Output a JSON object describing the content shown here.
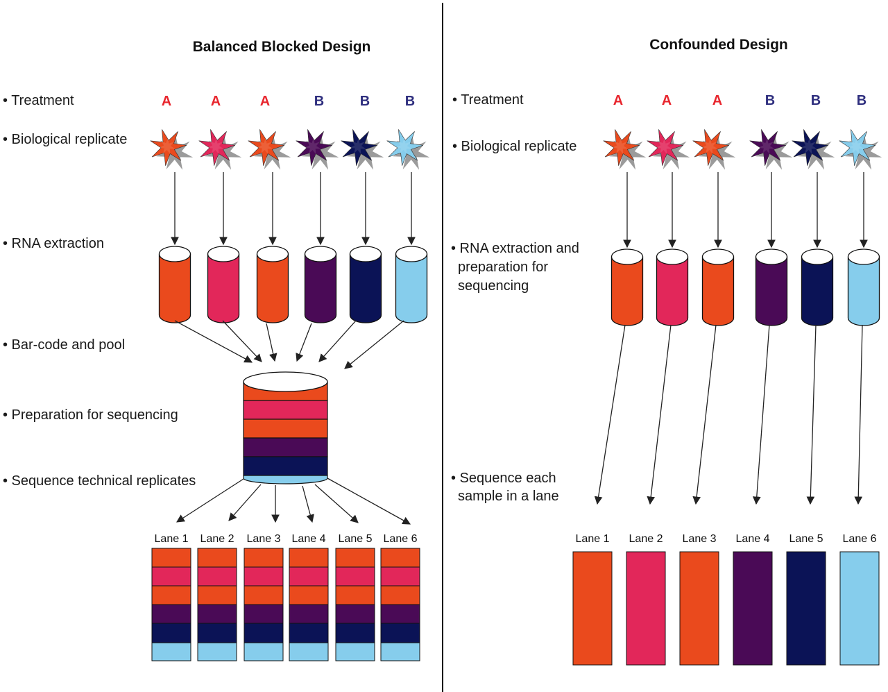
{
  "colors": {
    "orange": "#ea4a1d",
    "pink": "#e2275a",
    "purple": "#4a0a56",
    "navy": "#0b1356",
    "lightblue": "#86cdec",
    "treatment_a": "#e8262e",
    "treatment_b": "#2e2e7e",
    "divider": "#000000",
    "shadow": "#8a8a8a"
  },
  "left": {
    "title": "Balanced Blocked Design",
    "steps": {
      "treatment": "• Treatment",
      "biological_replicate": "• Biological replicate",
      "rna_extraction": "• RNA extraction",
      "barcode_pool": "• Bar-code and pool",
      "preparation": "• Preparation for sequencing",
      "sequence_technical": "• Sequence technical replicates"
    },
    "treatments": [
      "A",
      "A",
      "A",
      "B",
      "B",
      "B"
    ],
    "samples": [
      "orange",
      "pink",
      "orange",
      "purple",
      "navy",
      "lightblue"
    ],
    "pool_layers": [
      "orange",
      "pink",
      "orange",
      "purple",
      "navy",
      "lightblue"
    ],
    "lanes": [
      "Lane 1",
      "Lane 2",
      "Lane 3",
      "Lane 4",
      "Lane 5",
      "Lane 6"
    ]
  },
  "right": {
    "title": "Confounded Design",
    "steps": {
      "treatment": "• Treatment",
      "biological_replicate": "• Biological replicate",
      "rna_line1": "• RNA extraction and",
      "rna_line2": "preparation for",
      "rna_line3": "sequencing",
      "sequence_line1": "• Sequence each",
      "sequence_line2": "sample in a lane"
    },
    "treatments": [
      "A",
      "A",
      "A",
      "B",
      "B",
      "B"
    ],
    "samples": [
      "orange",
      "pink",
      "orange",
      "purple",
      "navy",
      "lightblue"
    ],
    "lanes": [
      "Lane 1",
      "Lane 2",
      "Lane 3",
      "Lane 4",
      "Lane 5",
      "Lane 6"
    ]
  }
}
